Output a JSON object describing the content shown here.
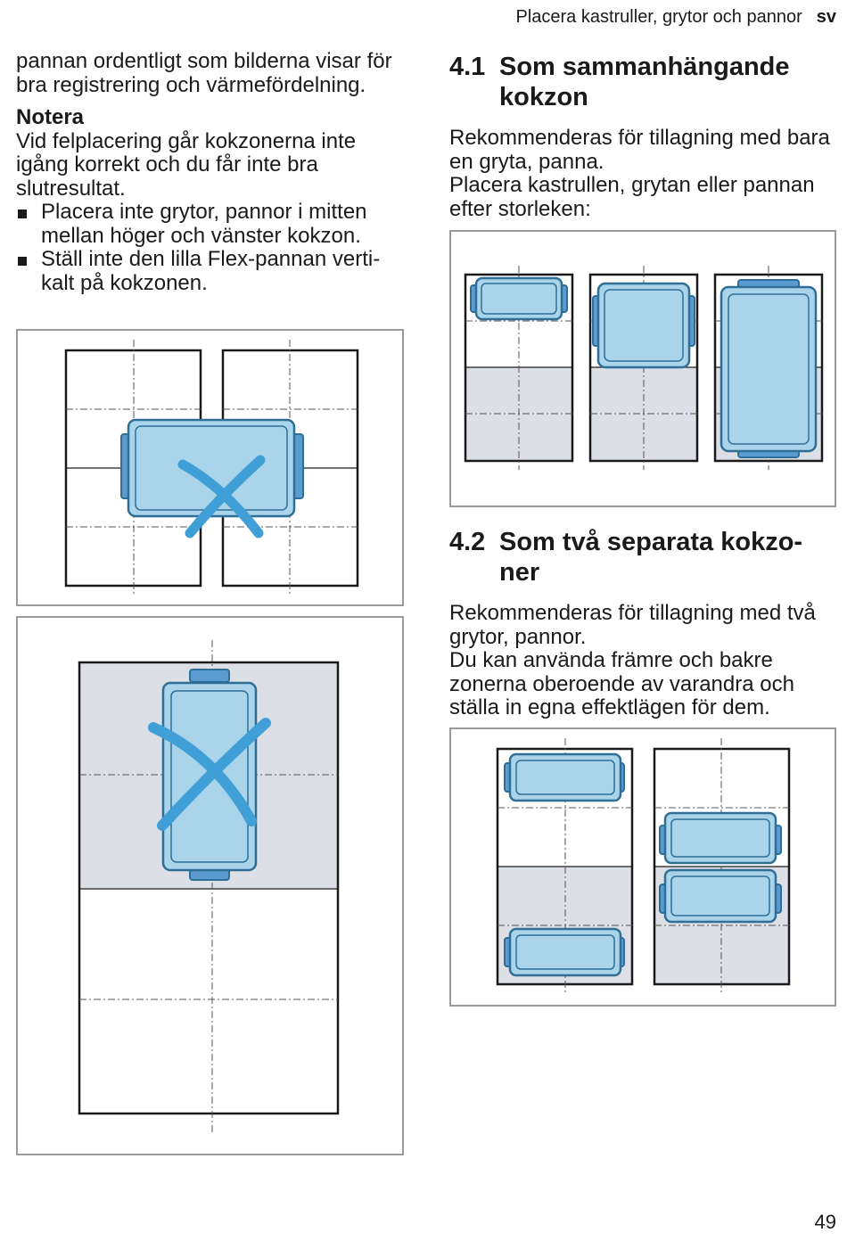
{
  "header": {
    "title": "Placera kastruller, grytor och pannor",
    "lang": "sv"
  },
  "left": {
    "intro": "pannan ordentligt som bilderna visar för bra registrering och värmefördel­ning.",
    "note_title": "Notera",
    "note_text": "Vid felplacering går kokzonerna inte igång korrekt och du får inte bra slutresultat.",
    "bullets": [
      "Placera inte grytor, pannor i mitten mellan höger och vänster kokzon.",
      "Ställ inte den lilla Flex-pannan verti­kalt på kokzonen."
    ]
  },
  "section1": {
    "number": "4.1",
    "title": "Som sammanhängande kokzon",
    "paragraphs": [
      "Rekommenderas för tillagning med bara en gryta, panna.",
      "Placera kastrullen, grytan eller pan­nan efter storleken:"
    ]
  },
  "section2": {
    "number": "4.2",
    "title": "Som två separata kokzo­ner",
    "paragraphs": [
      "Rekommenderas för tillagning med två grytor, pannor.",
      "Du kan använda främre och bakre zonerna oberoende av varandra och ställa in egna effektlägen för dem."
    ]
  },
  "colors": {
    "pan_fill": "#a9d4ea",
    "pan_stroke": "#2f6f96",
    "handle_fill": "#5b9bd0",
    "zone_gray": "#dcdfe6",
    "cross": "#3f9fd6",
    "border": "#9a9a9a"
  },
  "icons": [
    "wrong-placement-cross-icon",
    "pan-icon"
  ],
  "page_number": "49"
}
